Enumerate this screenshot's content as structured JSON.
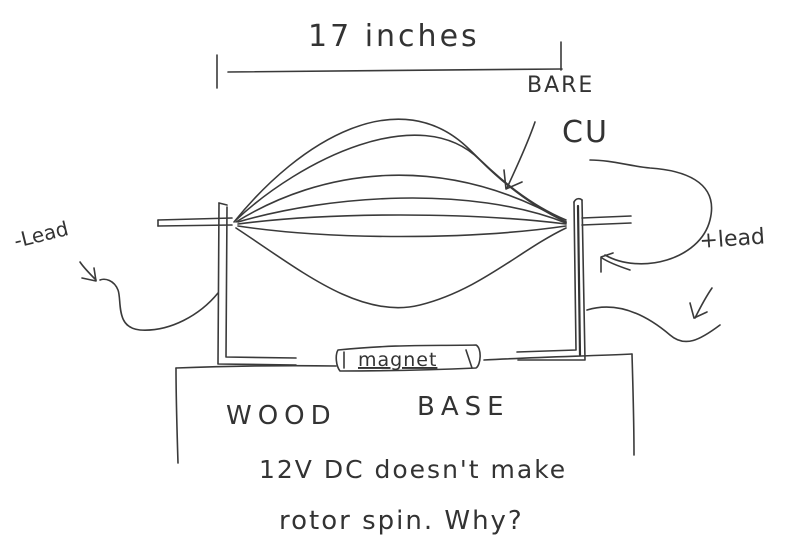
{
  "labels": {
    "length": "17 inches",
    "bare": "BARE",
    "cu": "CU",
    "neg_lead": "-Lead",
    "pos_lead": "+lead",
    "magnet": "magnet",
    "wood": "WOOD",
    "base": "BASE",
    "question_line1": "12V DC doesn't make",
    "question_line2": "rotor spin. Why?"
  },
  "colors": {
    "ink": "#3a3a3a",
    "background": "#ffffff"
  }
}
